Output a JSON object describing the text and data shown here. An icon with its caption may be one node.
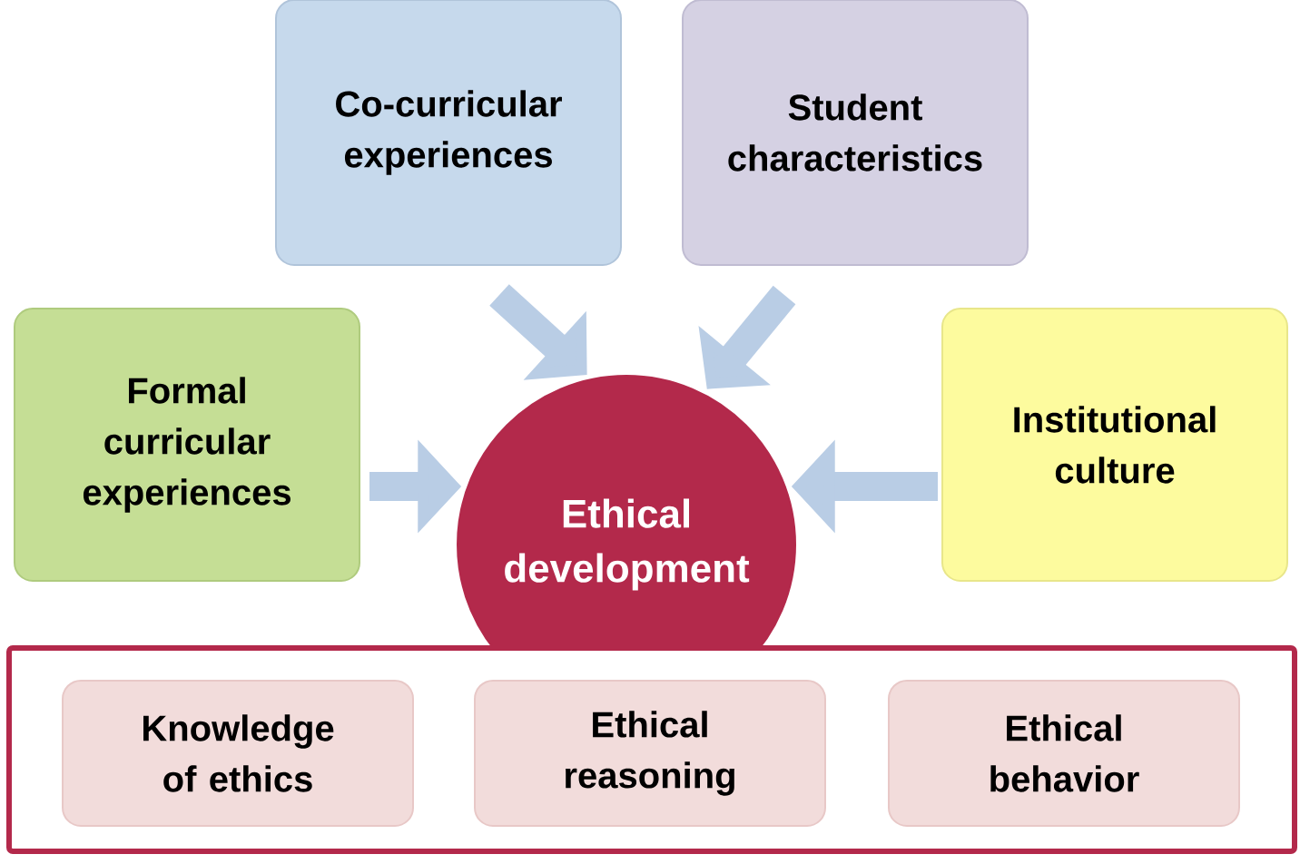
{
  "diagram": {
    "nodes": [
      {
        "text": [
          "Co-curricular experiences"
        ]
      },
      {
        "text": [
          "Student characteristics"
        ]
      },
      {
        "text": [
          "Formal curricular experiences"
        ]
      },
      {
        "text": [
          "Ethical development"
        ]
      },
      {
        "text": [
          "Institutional culture"
        ]
      },
      {
        "text": [],
        "shape": "box"
      },
      {
        "text": [
          "Knowledge of ethics"
        ],
        "in": 5
      },
      {
        "text": [
          "Ethical reasoning"
        ],
        "in": 5
      },
      {
        "text": [
          "Ethical behavior"
        ],
        "in": 5
      }
    ],
    "edges": [
      {
        "from": 0,
        "to": 3,
        "arrow": "to"
      },
      {
        "from": 1,
        "to": 3,
        "arrow": "to"
      },
      {
        "from": 2,
        "to": 3,
        "arrow": "to"
      },
      {
        "from": 4,
        "to": 3,
        "arrow": "to"
      }
    ]
  }
}
